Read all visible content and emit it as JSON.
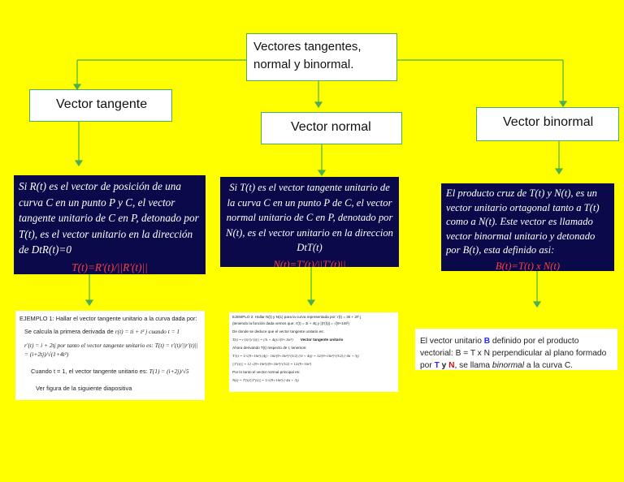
{
  "root": {
    "line1": "Vectores tangentes,",
    "line2": "normal y binormal."
  },
  "tangent": {
    "title": "Vector tangente",
    "text": "Si R(t) es el vector de posición de una curva C en un punto P y C, el vector tangente unitario de C en P, detonado por T(t), es el vector unitario en la dirección de DtR(t)=0",
    "formula": "T(t)=R'(t)/||R'(t)||",
    "example": {
      "line1": "EJEMPLO 1: Hallar el vector tangente unitario a la curva dada por:",
      "line2a": "Se calcula la primera derivada de",
      "line2b": "r(t) = ti + t² j    cuando  t = 1",
      "line3a": "r'(t) = i + 2tj  por tanto el vector tangente unitario es:",
      "line3b": "T(t) = r'(t)/||r'(t)|| = (i+2tj)/√(1+4t²)",
      "line4a": "Cuando t = 1, el vector tangente unitario es:",
      "line4b": "T(1) = (i+2j)/√5",
      "line5": "Ver figura de la siguiente diapositiva"
    }
  },
  "normal": {
    "title": "Vector normal",
    "text": "Si T(t) es el vector tangente unitario de la curva C en un punto P de C, el vector normal unitario de C en P, denotado por N(t), es el vector unitario en la direccion DtT(t)",
    "formula": "N(t)=T'(t)/||T'(t)||",
    "example": {
      "line1": "EJEMPLO 2: Hallar N(t) y N(1) para la curva representada por: r(t) = 3ti + 2t² j",
      "line2": "(teniendo la función dada vemos que: r'(t) = 3i + 4tj   y   ||r'(t)|| = √(9+16t²)",
      "line3": "De donde se deduce que el vector tangente unitario es:",
      "line4": "T(t) = r'(t)/||r'(t)|| = (3i + 4tj)/√(9+16t²)",
      "line4b": "Vector tangente unitario",
      "line5": "Ahora derivando T(t) respecto de t, tenemos:",
      "line6": "T'(t) = 1/√(9+16t²) (4j) - 16t/(9+16t²)^(3/2) (3i + 4tj) = 12/(9+16t²)^(3/2) (-4ti + 3j)",
      "line7": "||T'(t)|| = 12 √(9+16t²)/(9+16t²)^(3/2) = 12/(9+16t²)",
      "line8": "Por lo tanto el vector normal principal es:",
      "line9": "N(t) = T'(t)/||T'(t)|| = 1/√(9+16t²) (-4ti + 3j)"
    }
  },
  "binormal": {
    "title": "Vector binormal",
    "text": "El producto cruz de T(t) y N(t), es un vector unitario ortagonal tanto a T(t) como a N(t). Este vector es llamado vector binormal unitario y detonado por B(t), esta definido asi:",
    "formula": "B(t)=T(t) x N(t)",
    "example": {
      "a": "El vector unitario ",
      "b": "B",
      "c": " definido por el producto vectorial:  B = T x N  perpendicular al plano formado por ",
      "d": "T",
      "e": " y ",
      "f": "N",
      "g": ", se llama ",
      "h": "binormal",
      "i": " a la curva C."
    }
  },
  "colors": {
    "background": "#ffff00",
    "connector": "#4caf50",
    "dark_box": "#0a0a4a",
    "formula": "#ff4040",
    "emphasis": "#2a2aff"
  }
}
